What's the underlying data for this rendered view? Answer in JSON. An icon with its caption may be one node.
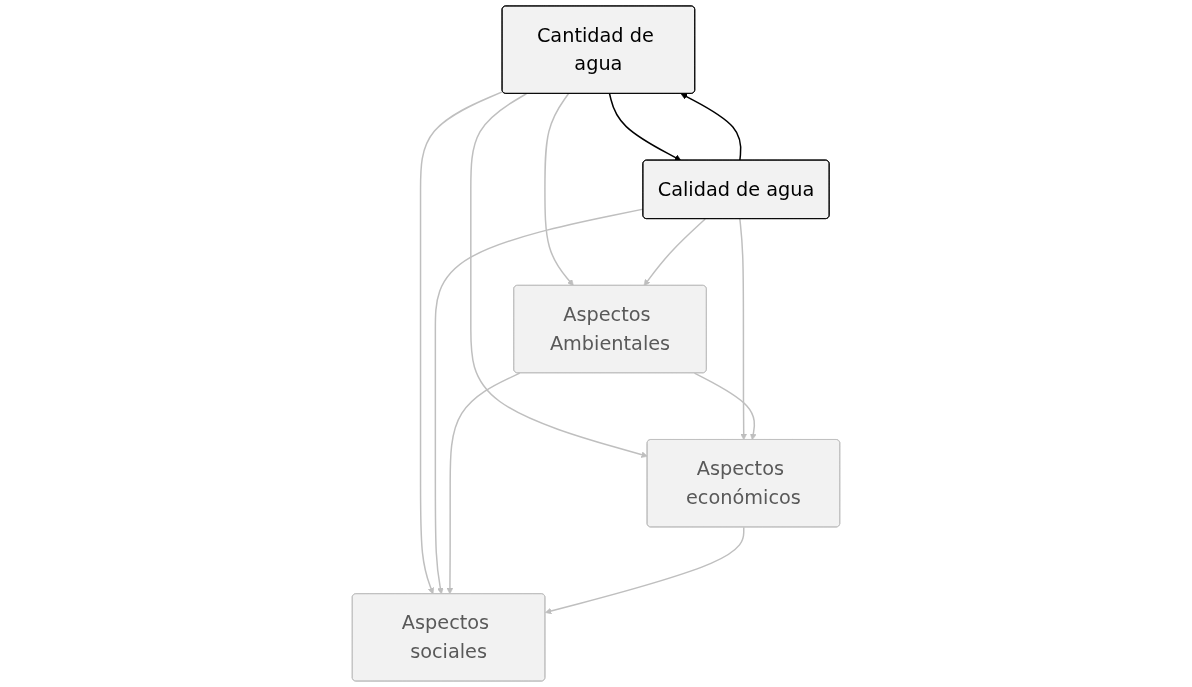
{
  "diagram": {
    "nodes": [
      {
        "text": [
          "Cantidad de agua"
        ]
      },
      {
        "text": [
          "Calidad de agua"
        ]
      },
      {
        "text": [
          "Aspectos sociales"
        ]
      },
      {
        "text": [
          "Aspectos Ambientales"
        ]
      },
      {
        "text": [
          "Aspectos económicos"
        ]
      }
    ],
    "edges": [
      {
        "from": 0,
        "to": 1,
        "arrow": "to",
        "color": "#000000"
      },
      {
        "from": 1,
        "to": 0,
        "arrow": "to",
        "color": "#000000"
      },
      {
        "from": 0,
        "to": 2,
        "arrow": "to"
      },
      {
        "from": 0,
        "to": 4,
        "arrow": "to"
      },
      {
        "from": 0,
        "to": 3,
        "arrow": "to"
      },
      {
        "from": 1,
        "to": 2,
        "arrow": "to"
      },
      {
        "from": 1,
        "to": 4,
        "arrow": "to"
      },
      {
        "from": 1,
        "to": 3,
        "arrow": "to"
      },
      {
        "from": 3,
        "to": 2,
        "arrow": "to"
      },
      {
        "from": 4,
        "to": 2,
        "arrow": "to"
      },
      {
        "from": 3,
        "to": 4,
        "arrow": "to"
      }
    ]
  }
}
